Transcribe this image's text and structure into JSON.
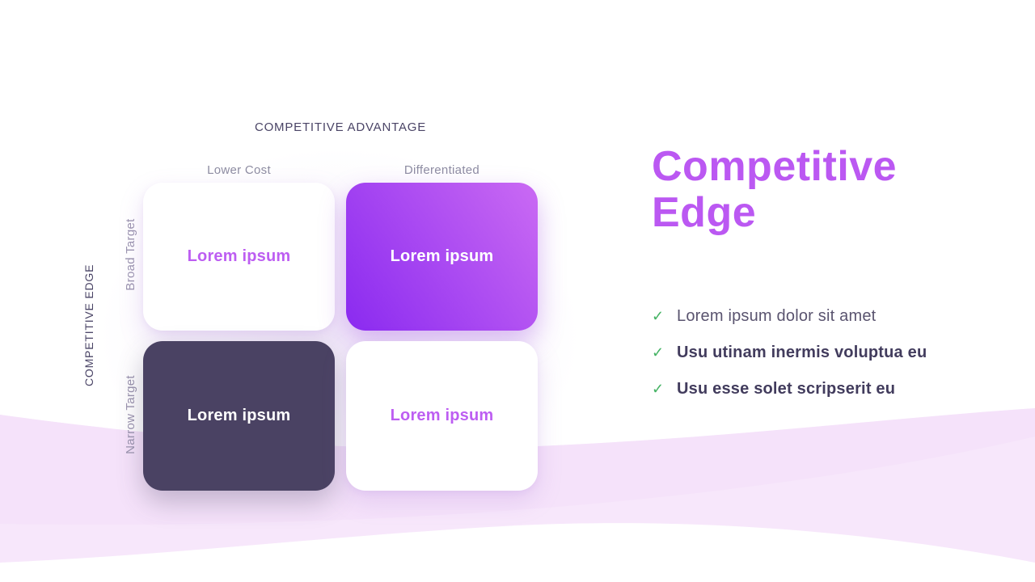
{
  "title": {
    "text": "Competitive Edge",
    "lines": [
      "Competitive",
      "Edge"
    ]
  },
  "matrix": {
    "top_axis_label": "COMPETITIVE ADVANTAGE",
    "left_axis_label": "COMPETITIVE EDGE",
    "column_labels": [
      "Lower Cost",
      "Differentiated"
    ],
    "row_labels": [
      "Broad Target",
      "Narrow Target"
    ],
    "cells": [
      {
        "row": "Broad Target",
        "column": "Lower Cost",
        "label": "Lorem ipsum",
        "variant": "white"
      },
      {
        "row": "Broad Target",
        "column": "Differentiated",
        "label": "Lorem ipsum",
        "variant": "purple-gradient"
      },
      {
        "row": "Narrow Target",
        "column": "Lower Cost",
        "label": "Lorem ipsum",
        "variant": "dark"
      },
      {
        "row": "Narrow Target",
        "column": "Differentiated",
        "label": "Lorem ipsum",
        "variant": "white"
      }
    ]
  },
  "bullets": [
    {
      "text": "Lorem ipsum dolor sit amet",
      "emphasis": false
    },
    {
      "text": "Usu utinam inermis voluptua eu",
      "emphasis": true
    },
    {
      "text": "Usu esse solet scripserit eu",
      "emphasis": true
    }
  ],
  "icons": {
    "check": "✓"
  },
  "colors": {
    "accent_purple": "#bb58f2",
    "card_label_purple": "#bd5ef2",
    "gradient_from": "#8a2af0",
    "gradient_to": "#c767f3",
    "dark_card": "#4a4263",
    "check_green": "#45b364",
    "axis_dark": "#4a4466",
    "column_label_gray": "#8e8da2",
    "row_label_gray": "#9b94af",
    "bullet_normal": "#5a546f",
    "bullet_strong": "#423c5d",
    "wave_pink": "#f7e7fb"
  }
}
